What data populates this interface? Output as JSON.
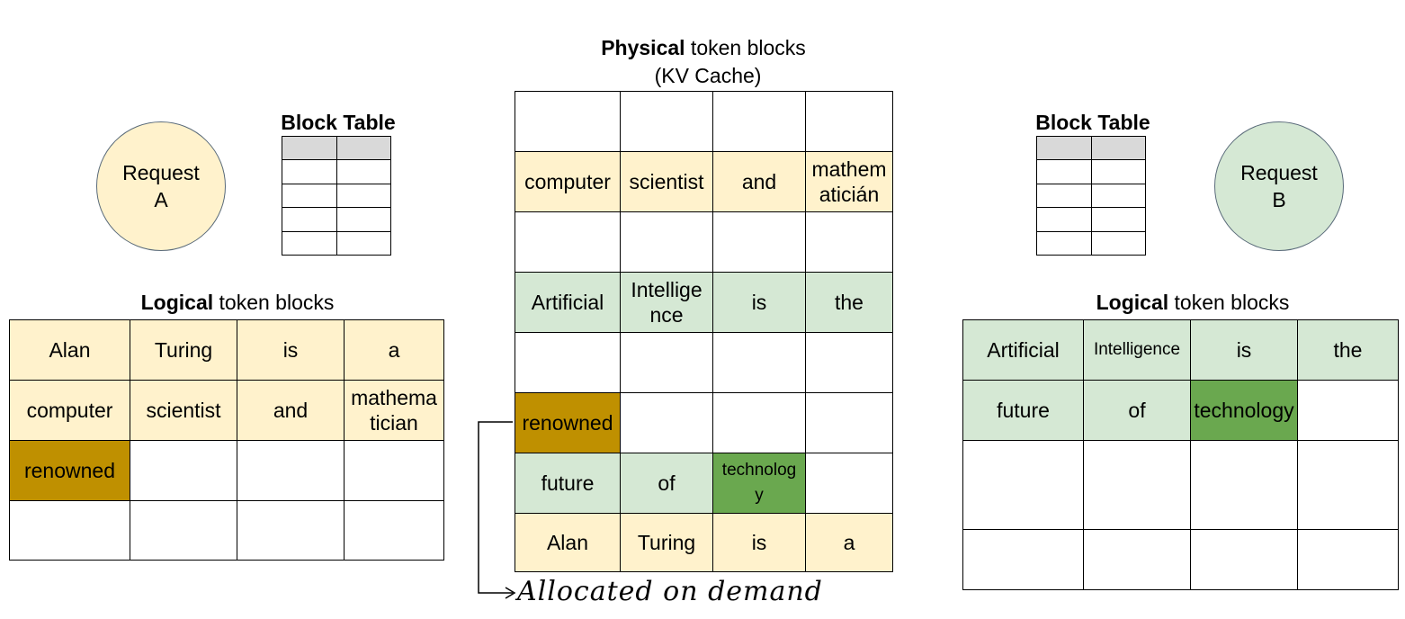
{
  "physical": {
    "title_bold": "Physical",
    "title_rest": " token blocks",
    "subtitle": "(KV Cache)",
    "rows": [
      [
        {
          "t": "",
          "c": ""
        },
        {
          "t": "",
          "c": ""
        },
        {
          "t": "",
          "c": ""
        },
        {
          "t": "",
          "c": ""
        }
      ],
      [
        {
          "t": "computer",
          "c": "y"
        },
        {
          "t": "scientist",
          "c": "y"
        },
        {
          "t": "and",
          "c": "y"
        },
        {
          "t": "mathem\naticián",
          "c": "y"
        }
      ],
      [
        {
          "t": "",
          "c": ""
        },
        {
          "t": "",
          "c": ""
        },
        {
          "t": "",
          "c": ""
        },
        {
          "t": "",
          "c": ""
        }
      ],
      [
        {
          "t": "Artificial",
          "c": "g"
        },
        {
          "t": "Intellige\nnce",
          "c": "g"
        },
        {
          "t": "is",
          "c": "g"
        },
        {
          "t": "the",
          "c": "g"
        }
      ],
      [
        {
          "t": "",
          "c": ""
        },
        {
          "t": "",
          "c": ""
        },
        {
          "t": "",
          "c": ""
        },
        {
          "t": "",
          "c": ""
        }
      ],
      [
        {
          "t": "renowned",
          "c": "br"
        },
        {
          "t": "",
          "c": ""
        },
        {
          "t": "",
          "c": ""
        },
        {
          "t": "",
          "c": ""
        }
      ],
      [
        {
          "t": "future",
          "c": "g"
        },
        {
          "t": "of",
          "c": "g"
        },
        {
          "t": "technolog\ny",
          "c": "dg sm"
        },
        {
          "t": "",
          "c": ""
        }
      ],
      [
        {
          "t": "Alan",
          "c": "y"
        },
        {
          "t": "Turing",
          "c": "y"
        },
        {
          "t": "is",
          "c": "y"
        },
        {
          "t": "a",
          "c": "y"
        }
      ]
    ]
  },
  "request_a": {
    "label": "Request\nA",
    "block_table_title": "Block Table",
    "logical_title_bold": "Logical",
    "logical_title_rest": " token blocks",
    "rows": [
      [
        {
          "t": "Alan",
          "c": "y"
        },
        {
          "t": "Turing",
          "c": "y"
        },
        {
          "t": "is",
          "c": "y"
        },
        {
          "t": "a",
          "c": "y"
        }
      ],
      [
        {
          "t": "computer",
          "c": "y"
        },
        {
          "t": "scientist",
          "c": "y"
        },
        {
          "t": "and",
          "c": "y"
        },
        {
          "t": "mathema\ntician",
          "c": "y"
        }
      ],
      [
        {
          "t": "renowned",
          "c": "br"
        },
        {
          "t": "",
          "c": ""
        },
        {
          "t": "",
          "c": ""
        },
        {
          "t": "",
          "c": ""
        }
      ],
      [
        {
          "t": "",
          "c": ""
        },
        {
          "t": "",
          "c": ""
        },
        {
          "t": "",
          "c": ""
        },
        {
          "t": "",
          "c": ""
        }
      ]
    ]
  },
  "request_b": {
    "label": "Request\nB",
    "block_table_title": "Block Table",
    "logical_title_bold": "Logical",
    "logical_title_rest": " token blocks",
    "rows": [
      [
        {
          "t": "Artificial",
          "c": "g"
        },
        {
          "t": "Intelligence",
          "c": "g sm"
        },
        {
          "t": "is",
          "c": "g"
        },
        {
          "t": "the",
          "c": "g"
        }
      ],
      [
        {
          "t": "future",
          "c": "g"
        },
        {
          "t": "of",
          "c": "g"
        },
        {
          "t": "technology",
          "c": "dg"
        },
        {
          "t": "",
          "c": ""
        }
      ],
      [
        {
          "t": "",
          "c": ""
        },
        {
          "t": "",
          "c": ""
        },
        {
          "t": "",
          "c": ""
        },
        {
          "t": "",
          "c": ""
        }
      ],
      [
        {
          "t": "",
          "c": ""
        },
        {
          "t": "",
          "c": ""
        },
        {
          "t": "",
          "c": ""
        },
        {
          "t": "",
          "c": ""
        }
      ]
    ]
  },
  "annotation": "Allocated on demand"
}
